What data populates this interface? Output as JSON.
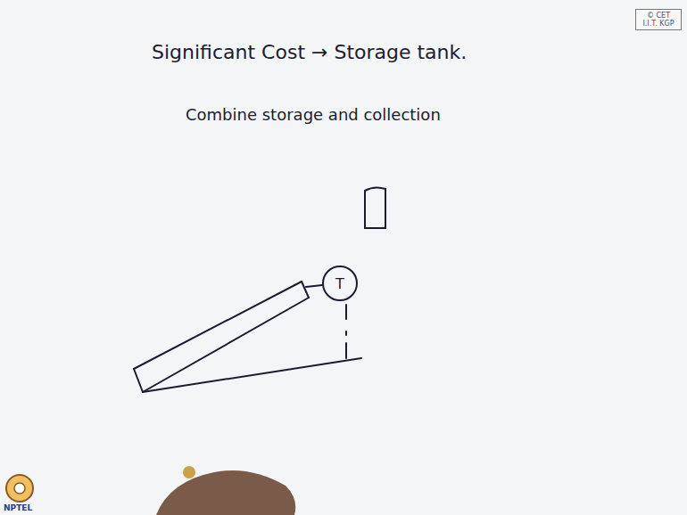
{
  "diagram": {
    "nodes": [
      {
        "text": [
          "© CET I.I.T. KGP"
        ]
      },
      {
        "text": [
          "T"
        ]
      }
    ],
    "labels": [
      "Significant Cost → Storage tank.",
      "Combine storage and collection",
      "NPTEL"
    ]
  }
}
